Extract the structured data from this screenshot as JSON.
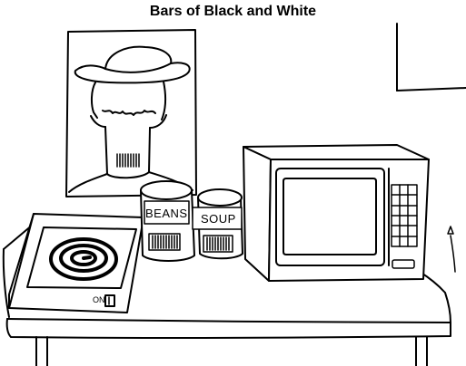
{
  "title": "Bars of Black and White",
  "labels": {
    "beans": "BEANS",
    "soup": "SOUP",
    "hob_switch": "ON"
  },
  "colors": {
    "ink": "#000000",
    "paper": "#ffffff"
  }
}
